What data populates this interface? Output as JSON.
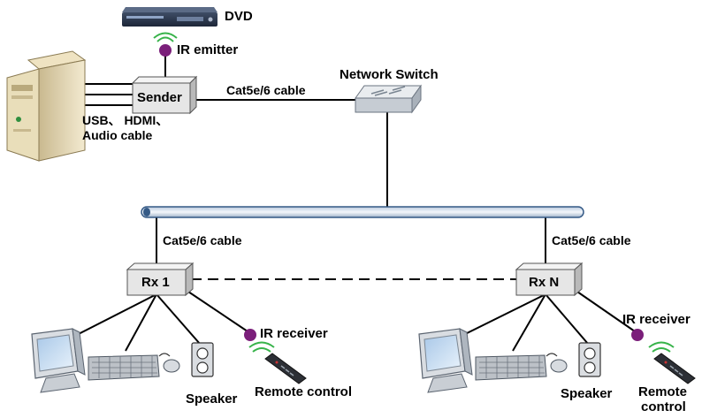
{
  "labels": {
    "dvd": "DVD",
    "ir_emitter": "IR emitter",
    "network_switch": "Network Switch",
    "sender": "Sender",
    "cat_top": "Cat5e/6 cable",
    "usb_hdmi": "USB、 HDMI、",
    "audio_cable": "Audio cable",
    "cat_left": "Cat5e/6 cable",
    "cat_right": "Cat5e/6 cable",
    "rx1": "Rx 1",
    "rxn": "Rx N",
    "ir_receiver_left": "IR receiver",
    "ir_receiver_right": "IR receiver",
    "speaker_left": "Speaker",
    "speaker_right": "Speaker",
    "remote_left": "Remote control",
    "remote_right_line1": "Remote",
    "remote_right_line2": "control"
  },
  "colors": {
    "ir_dot": "#7b1f7a",
    "signal": "#37b34a",
    "bus_fill": "#dde6f0",
    "bus_stroke": "#355a86",
    "box_fill": "#e6e6e6",
    "box_top": "#f4f4f4",
    "box_side": "#b9b9b9",
    "line": "#000000"
  },
  "icons": [
    "dvd-player-icon",
    "pc-tower-icon",
    "network-switch-icon",
    "monitor-icon",
    "keyboard-icon",
    "mouse-icon",
    "speaker-icon",
    "remote-control-icon",
    "ir-signal-icon"
  ]
}
